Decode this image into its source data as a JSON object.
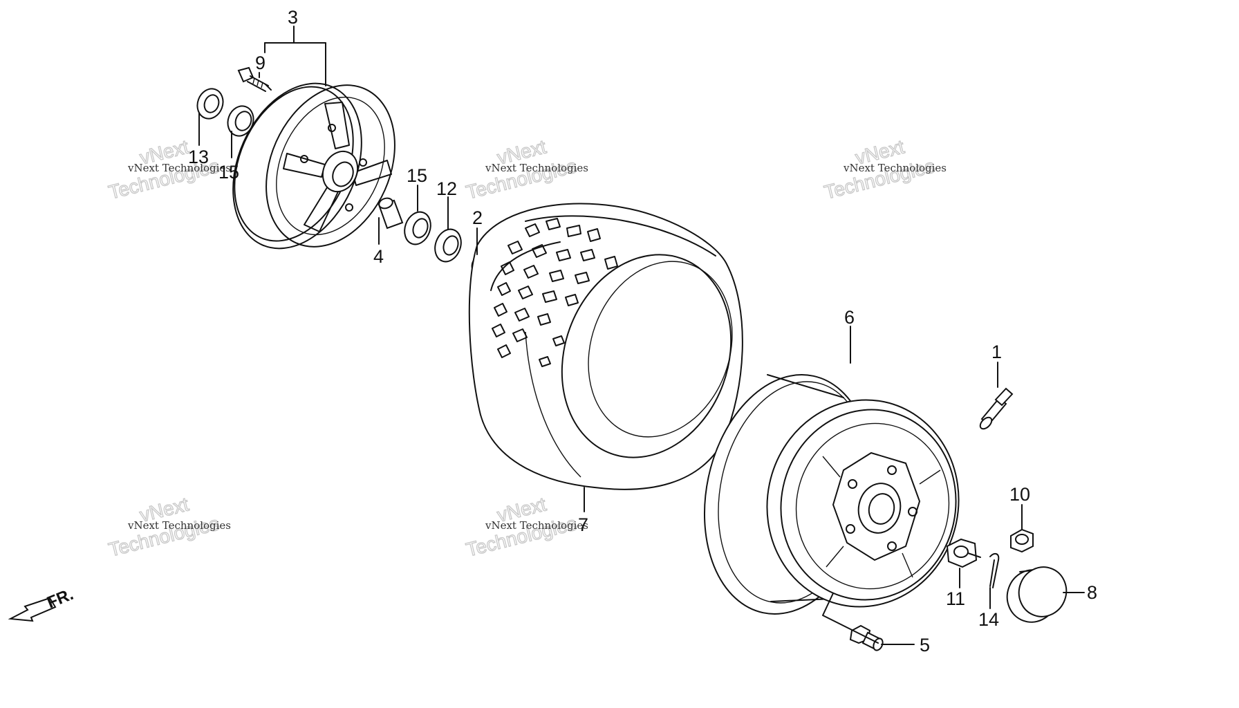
{
  "callouts": [
    {
      "id": "c1",
      "label": "1"
    },
    {
      "id": "c2",
      "label": "2"
    },
    {
      "id": "c3",
      "label": "3"
    },
    {
      "id": "c4",
      "label": "4"
    },
    {
      "id": "c5",
      "label": "5"
    },
    {
      "id": "c6",
      "label": "6"
    },
    {
      "id": "c7",
      "label": "7"
    },
    {
      "id": "c8",
      "label": "8"
    },
    {
      "id": "c9",
      "label": "9"
    },
    {
      "id": "c10",
      "label": "10"
    },
    {
      "id": "c11",
      "label": "11"
    },
    {
      "id": "c12",
      "label": "12"
    },
    {
      "id": "c13",
      "label": "13"
    },
    {
      "id": "c14",
      "label": "14"
    },
    {
      "id": "c15a",
      "label": "15"
    },
    {
      "id": "c15b",
      "label": "15"
    }
  ],
  "direction": {
    "label": "FR."
  },
  "watermark": {
    "small": "vNext Technologies",
    "big_line1": "vNext",
    "big_line2": "Technologies"
  }
}
